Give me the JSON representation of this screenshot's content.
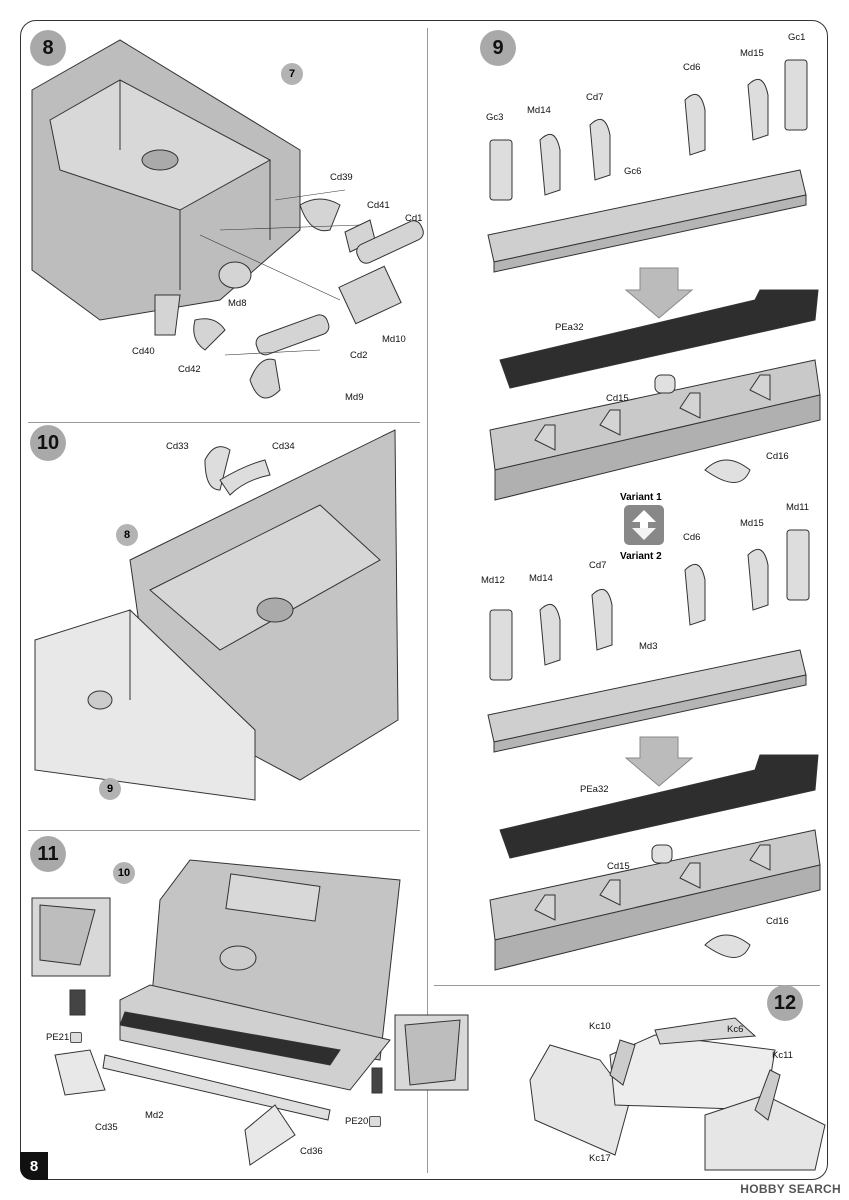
{
  "page_number": "8",
  "watermark": "HOBBY SEARCH",
  "steps": {
    "s8": "8",
    "s9": "9",
    "s10": "10",
    "s11": "11",
    "s12": "12"
  },
  "callouts": {
    "c7": "7",
    "c8": "8",
    "c9": "9",
    "c10": "10"
  },
  "variants": {
    "v1": "Variant 1",
    "v2": "Variant 2"
  },
  "labels": {
    "cd39": "Cd39",
    "cd41": "Cd41",
    "cd1": "Cd1",
    "md8": "Md8",
    "md10": "Md10",
    "cd40": "Cd40",
    "cd42": "Cd42",
    "cd2": "Cd2",
    "md9": "Md9",
    "gc3": "Gc3",
    "md14a": "Md14",
    "cd7a": "Cd7",
    "cd6a": "Cd6",
    "md15a": "Md15",
    "gc1": "Gc1",
    "gc6": "Gc6",
    "pea32a": "PEa32",
    "cd15a": "Cd15",
    "cd16a": "Cd16",
    "cd33": "Cd33",
    "cd34": "Cd34",
    "md12": "Md12",
    "md14b": "Md14",
    "cd7b": "Cd7",
    "cd6b": "Cd6",
    "md15b": "Md15",
    "md11": "Md11",
    "md3": "Md3",
    "pea32b": "PEa32",
    "cd15b": "Cd15",
    "cd16b": "Cd16",
    "pe21": "PE21",
    "cd35": "Cd35",
    "md2": "Md2",
    "cd36": "Cd36",
    "pe20": "PE20",
    "kc10": "Kc10",
    "kc6": "Kc6",
    "kc11": "Kc11",
    "kc17": "Kc17"
  }
}
